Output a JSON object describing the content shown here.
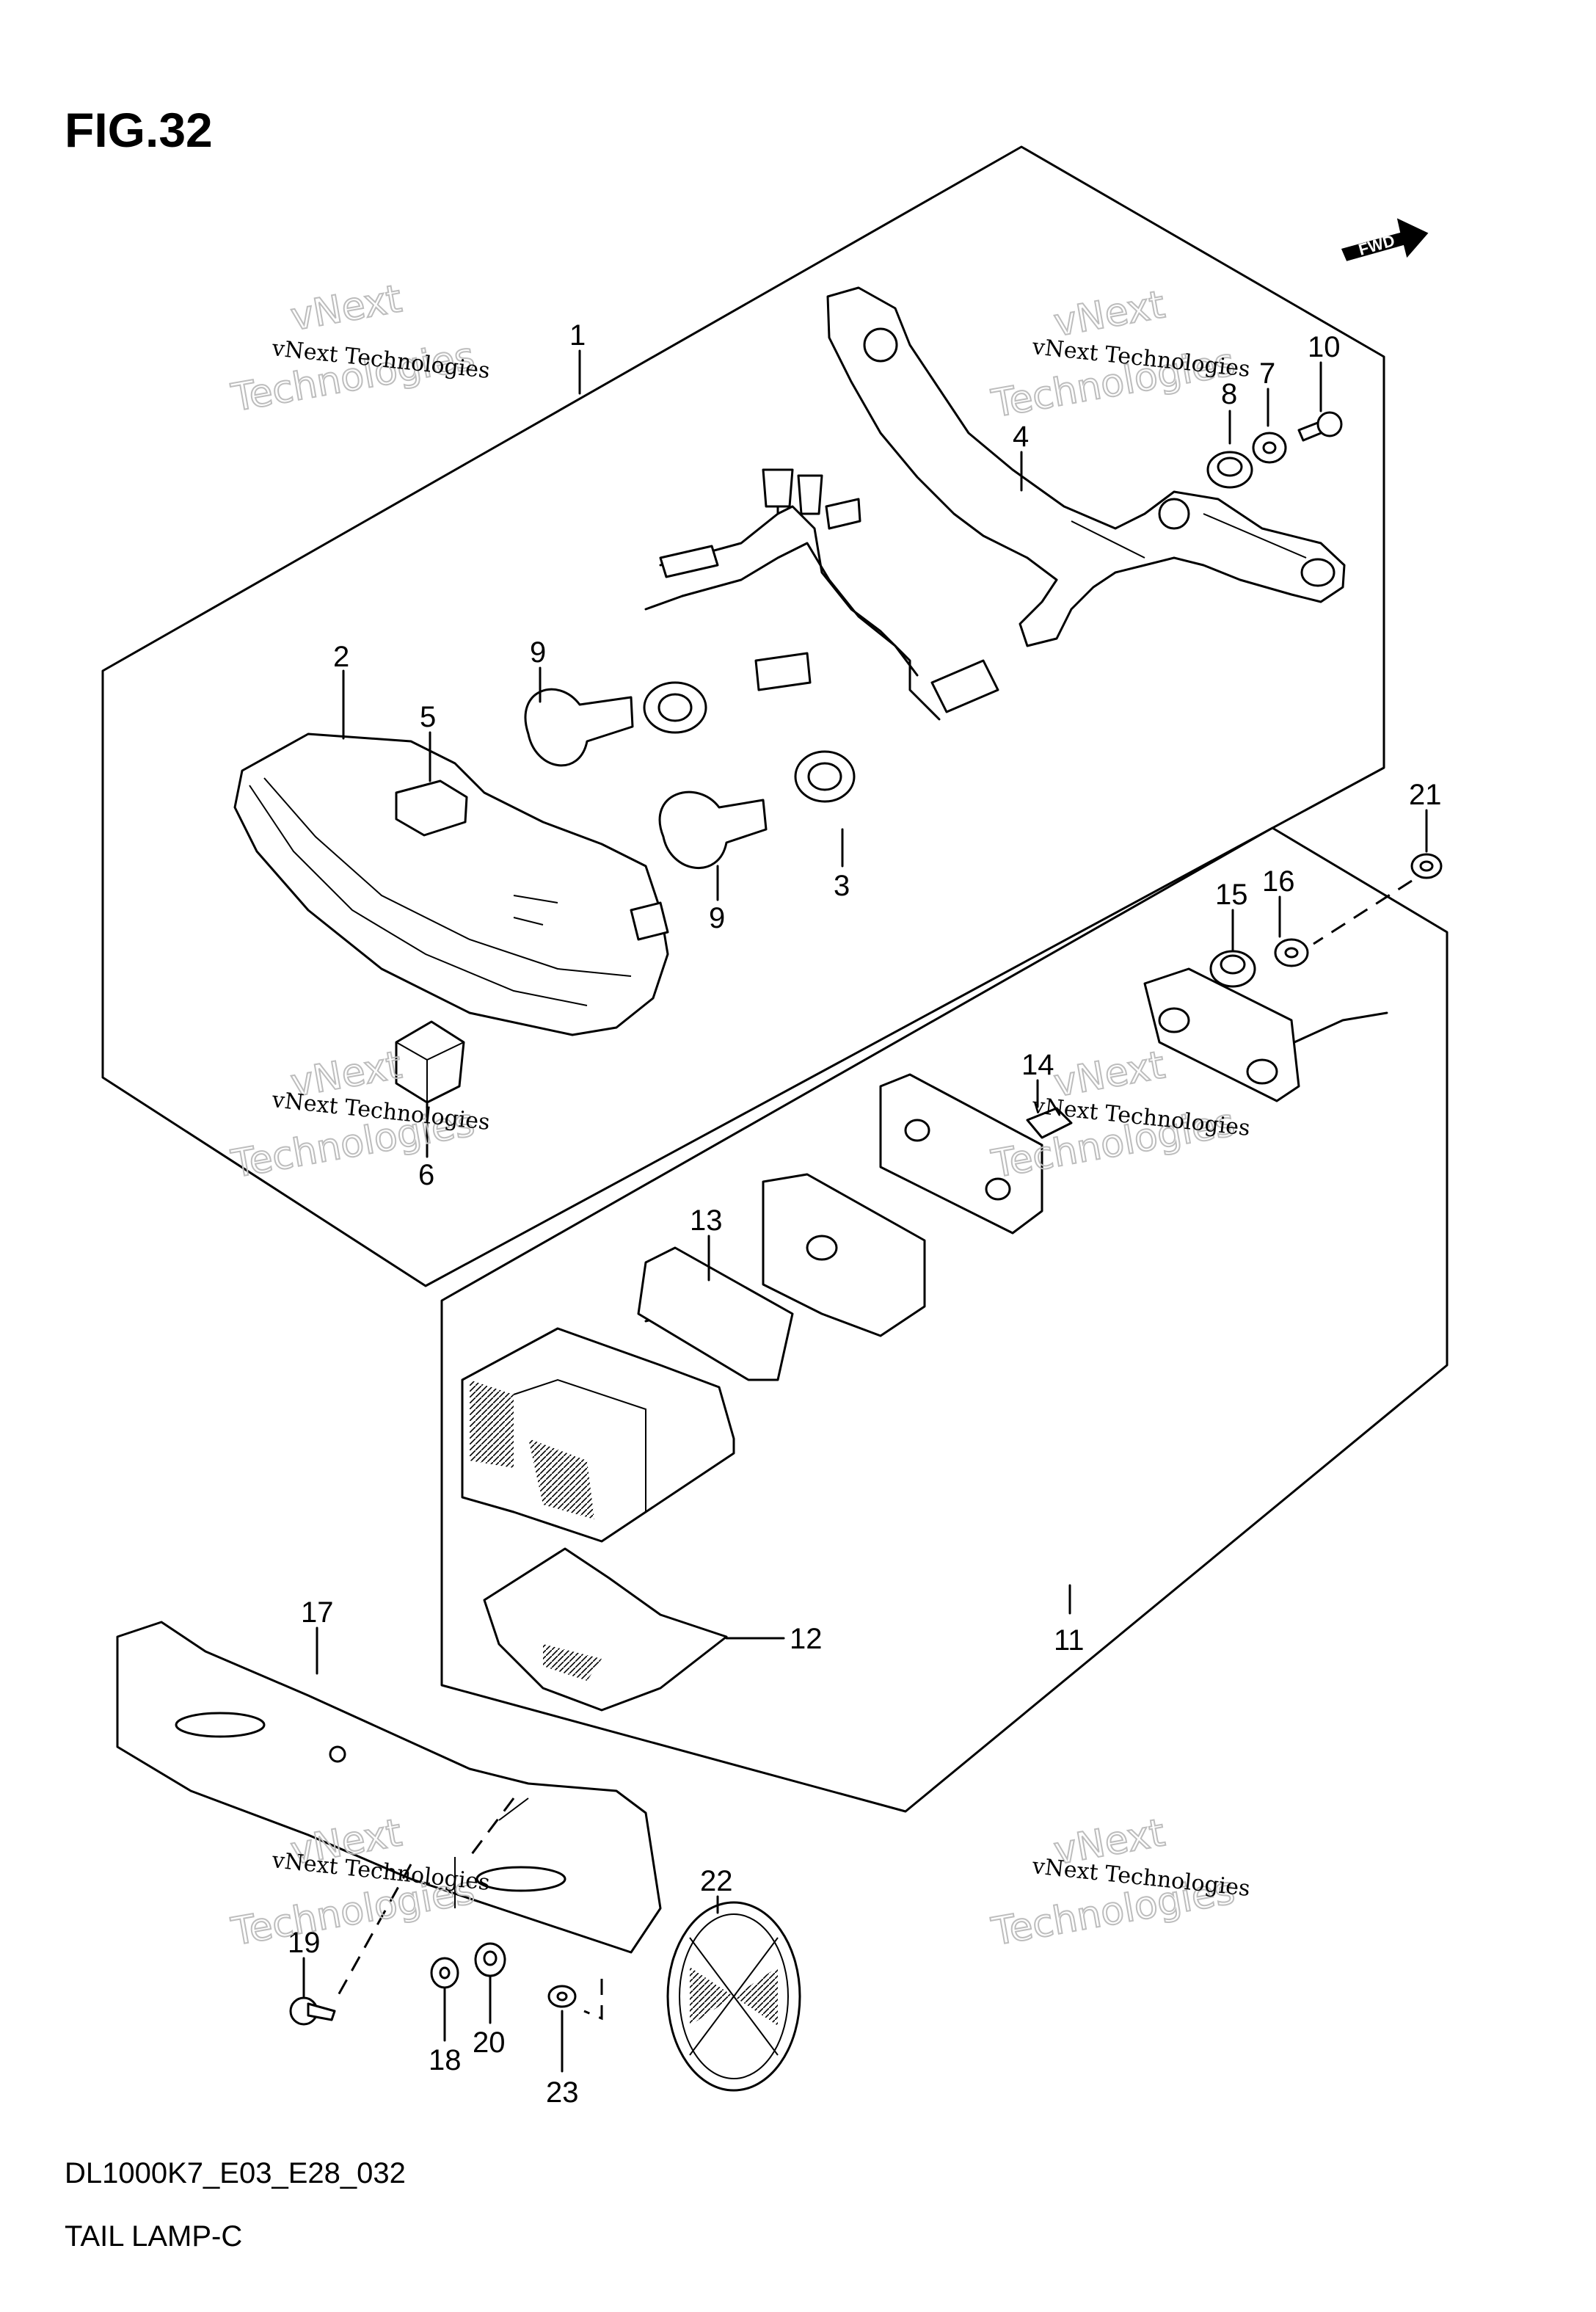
{
  "figure": {
    "title": "FIG.32",
    "model_code": "DL1000K7_E03_E28_032",
    "caption": "TAIL LAMP-C",
    "direction_badge": "FWD"
  },
  "watermark": {
    "line1": "vNext Technologies",
    "line2": "vNext",
    "line3": "Technologies"
  },
  "callouts": [
    "1",
    "2",
    "3",
    "4",
    "5",
    "6",
    "7",
    "8",
    "9",
    "9",
    "10",
    "11",
    "12",
    "13",
    "14",
    "15",
    "16",
    "17",
    "18",
    "19",
    "20",
    "21",
    "22",
    "23"
  ]
}
